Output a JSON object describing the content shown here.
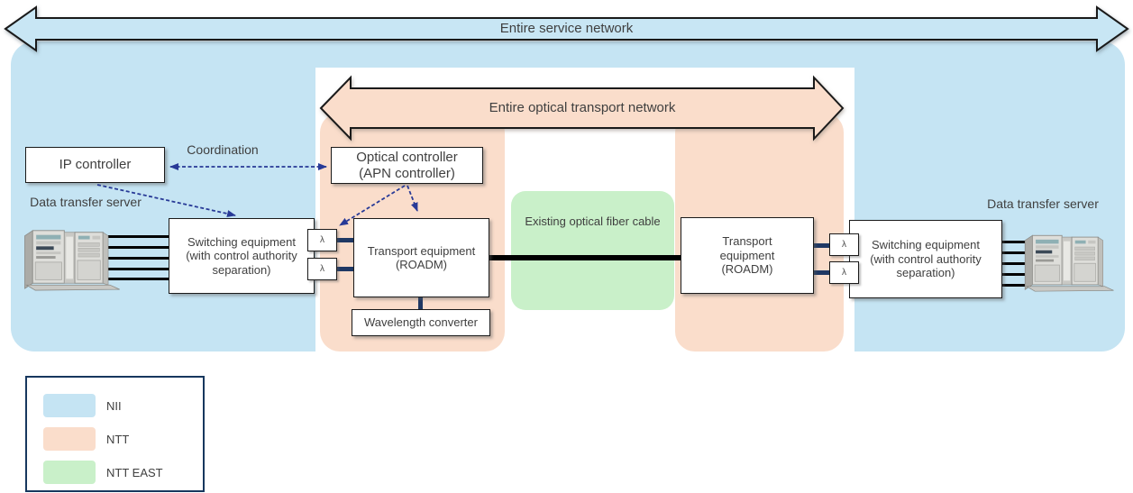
{
  "arrows": {
    "service": "Entire service network",
    "optical": "Entire optical transport network"
  },
  "labels": {
    "coordination": "Coordination",
    "data_transfer_server": "Data transfer server",
    "lambda": "λ"
  },
  "nodes": {
    "ip_controller": "IP controller",
    "optical_controller": [
      "Optical controller",
      "(APN controller)"
    ],
    "switching_equipment": [
      "Switching equipment",
      "(with control authority",
      "separation)"
    ],
    "transport_left": [
      "Transport equipment",
      "(ROADM)"
    ],
    "transport_right": [
      "Transport",
      "equipment",
      "(ROADM)"
    ],
    "wavelength_converter": "Wavelength converter",
    "existing_fiber": "Existing optical fiber cable"
  },
  "legend": {
    "items": [
      {
        "label": "NII",
        "color": "#C5E4F3"
      },
      {
        "label": "NTT",
        "color": "#FADDCB"
      },
      {
        "label": "NTT EAST",
        "color": "#C9F0C9"
      }
    ]
  },
  "colors": {
    "nii": "#C5E4F3",
    "ntt": "#FADDCB",
    "ntt_east": "#C9F0C9",
    "dashed_arrow": "#283A97",
    "connector": "#1F3864",
    "fiber": "#000000",
    "text": "#3F3F3F",
    "legend_border": "#17375E"
  }
}
